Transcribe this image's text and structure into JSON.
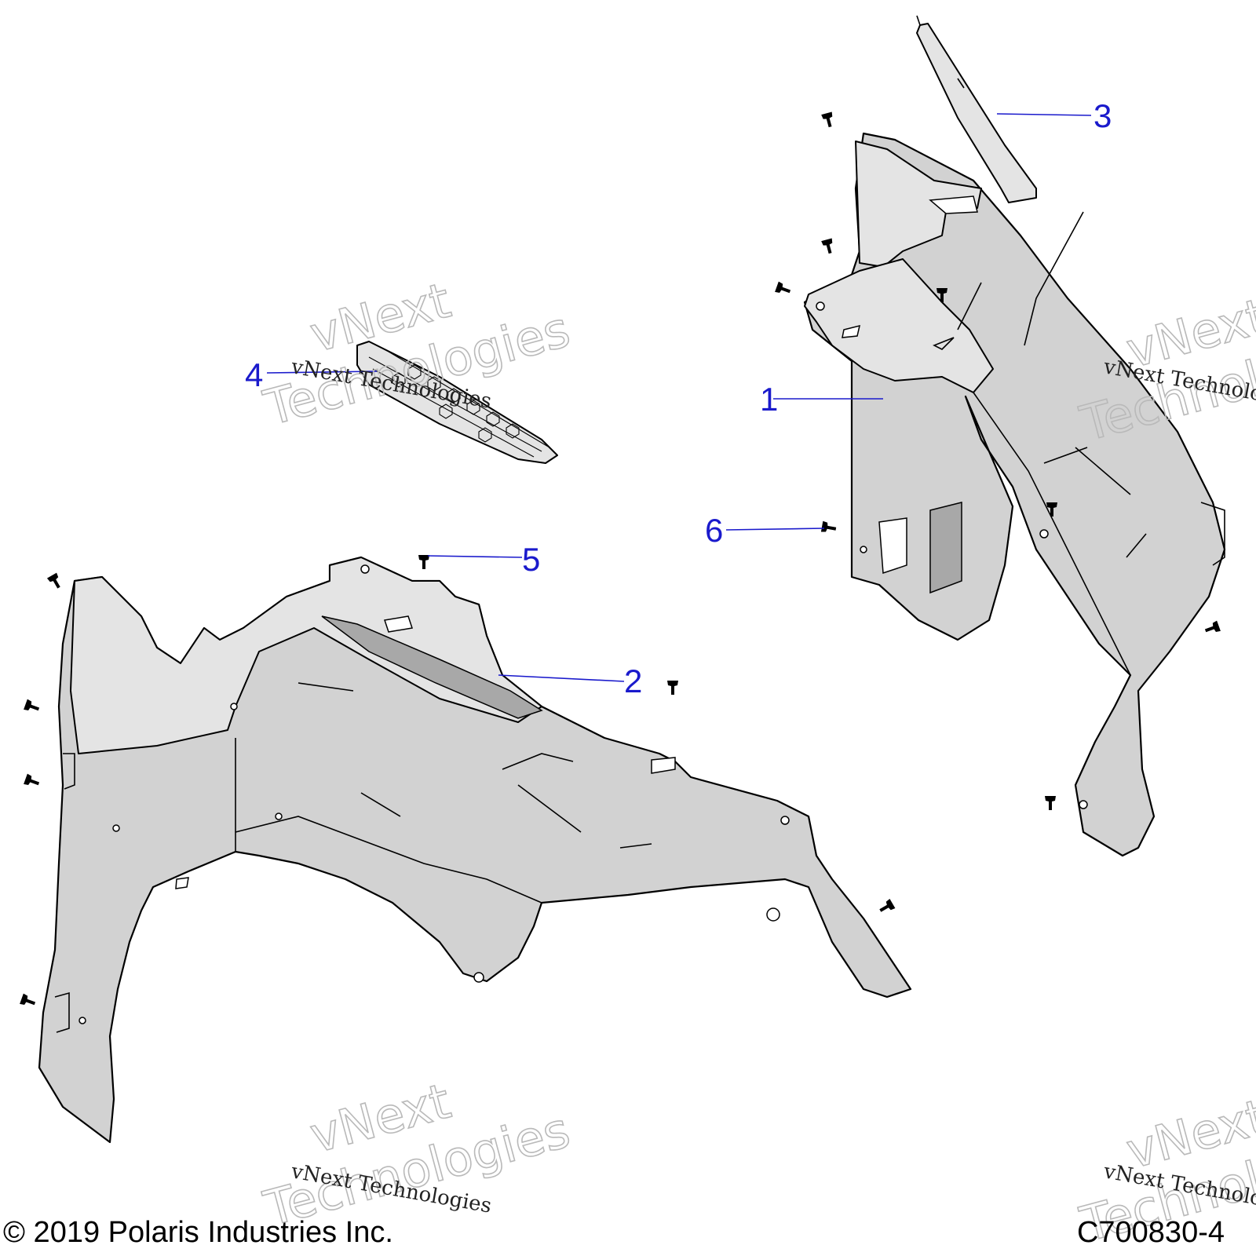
{
  "callouts": [
    {
      "label": "1"
    },
    {
      "label": "2"
    },
    {
      "label": "3"
    },
    {
      "label": "4"
    },
    {
      "label": "5"
    },
    {
      "label": "6"
    }
  ],
  "watermark": {
    "script_text": "vNext Technologies",
    "outline_line1": "vNext",
    "outline_line2": "Technologies"
  },
  "footer": {
    "copyright": "© 2019 Polaris Industries Inc.",
    "drawing_number": "C700830-4"
  },
  "colors": {
    "callout": "#1a1acc",
    "part_fill": "#d2d2d2",
    "line": "#000000"
  }
}
